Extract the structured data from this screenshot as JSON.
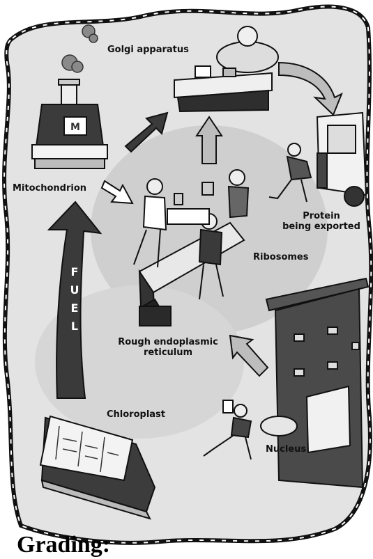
{
  "labels": {
    "golgi": "Golgi apparatus",
    "mitochondrion": "Mitochondrion",
    "protein_line1": "Protein",
    "protein_line2": "being exported",
    "ribosomes": "Ribosomes",
    "rer_line1": "Rough endoplasmic",
    "rer_line2": "reticulum",
    "chloroplast": "Chloroplast",
    "nucleus": "Nucleus"
  },
  "fuel_letters": [
    "F",
    "U",
    "E",
    "L"
  ],
  "footer": {
    "grading": "Grading:"
  },
  "colors": {
    "background_wash": "#d9d9d9",
    "arrow_dark": "#3a3a3a",
    "arrow_light": "#bdbdbd",
    "outline": "#111111"
  }
}
